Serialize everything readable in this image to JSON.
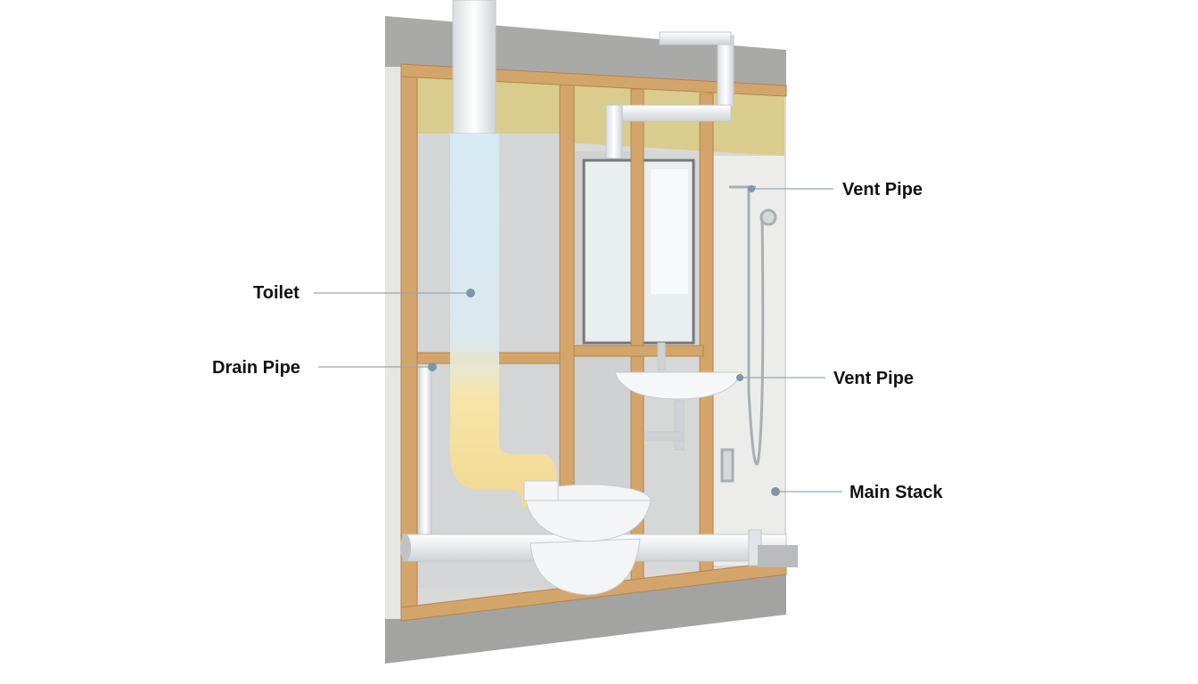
{
  "labels": {
    "vent_pipe_top": "Vent Pipe",
    "toilet": "Toilet",
    "drain_pipe": "Drain Pipe",
    "vent_pipe_sink": "Vent Pipe",
    "main_stack": "Main Stack"
  },
  "colors": {
    "wood": "#d4a56a",
    "block": "#a9a9a7",
    "insulation": "#d9cc8c",
    "pipe": "#eef0f1",
    "highlight_glow": "#f6e7a6",
    "highlight_blue": "#cfe8f5",
    "leader_line": "#9aa6ae",
    "dot": "#7f96a8"
  }
}
